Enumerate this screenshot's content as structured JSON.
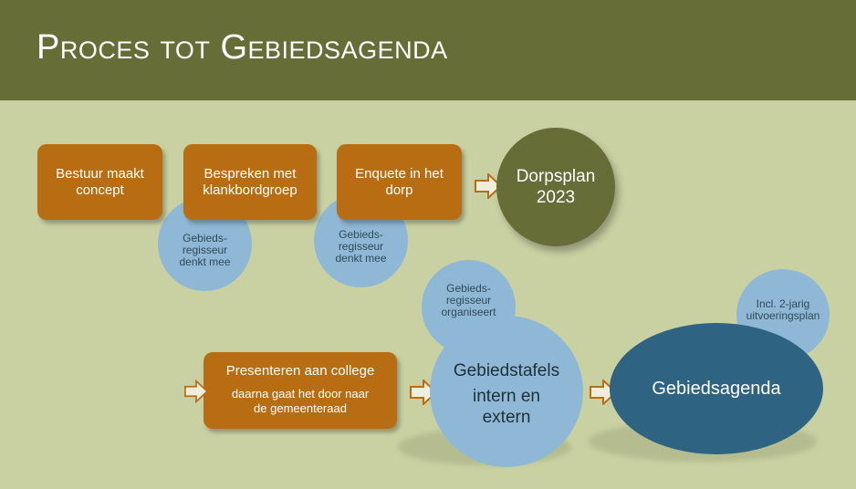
{
  "slide": {
    "title": "Proces tot Gebiedsagenda"
  },
  "colors": {
    "header": "#676d37",
    "background": "#c9d1a3",
    "step_box": "#b86d12",
    "note_circle": "#8fb8d6",
    "dorpsplan_circle": "#676d37",
    "gebiedsagenda_ellipse": "#2e6382",
    "arrow_outline": "#b86d12"
  },
  "steps": {
    "bestuur": [
      "Bestuur maakt",
      "concept"
    ],
    "bespreken": [
      "Bespreken met",
      "klankbordgroep"
    ],
    "enquete": [
      "Enquete in het",
      "dorp"
    ],
    "presenteren": {
      "title": "Presenteren aan college",
      "subtitle": [
        "daarna gaat het door naar",
        "de gemeenteraad"
      ]
    }
  },
  "notes": {
    "denkt_mee_1": [
      "Gebieds-",
      "regisseur",
      "denkt mee"
    ],
    "denkt_mee_2": [
      "Gebieds-",
      "regisseur",
      "denkt mee"
    ],
    "organiseert": [
      "Gebieds-",
      "regisseur",
      "organiseert"
    ],
    "uitvoeringsplan": [
      "Incl. 2-jarig",
      "uitvoeringsplan"
    ]
  },
  "milestones": {
    "dorpsplan": [
      "Dorpsplan",
      "2023"
    ],
    "gebiedstafels": [
      "Gebiedstafels",
      "intern en",
      "extern"
    ],
    "gebiedsagenda": "Gebiedsagenda"
  },
  "icons": {
    "arrow": "right-arrow-icon"
  }
}
